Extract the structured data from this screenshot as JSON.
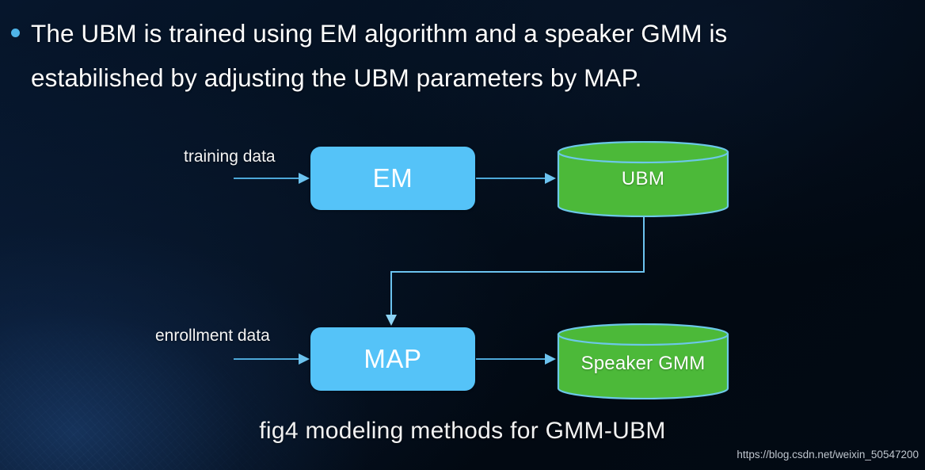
{
  "slide": {
    "background_color": "#040d1d",
    "bullet": {
      "marker": "bullet-dot",
      "line1": "The UBM is trained using EM algorithm and a speaker GMM is",
      "line2": "estabilished by adjusting the UBM parameters by MAP."
    },
    "caption": "fig4 modeling methods for GMM-UBM",
    "watermark": "https://blog.csdn.net/weixin_50547200"
  },
  "diagram": {
    "colors": {
      "process_fill": "#55c3f8",
      "datastore_fill": "#4cb939",
      "datastore_stroke": "#6cc8e8",
      "connector": "#6cc3ef",
      "label_text": "#f4f4f4",
      "node_text": "#ffffff"
    },
    "nodes": [
      {
        "id": "em",
        "label": "EM",
        "shape": "rounded-rect"
      },
      {
        "id": "ubm",
        "label": "UBM",
        "shape": "cylinder"
      },
      {
        "id": "map",
        "label": "MAP",
        "shape": "rounded-rect"
      },
      {
        "id": "gmm",
        "label": "Speaker GMM",
        "shape": "cylinder"
      }
    ],
    "edge_labels": {
      "training": "training data",
      "enrollment": "enrollment data"
    },
    "edges": [
      {
        "from": "training-data-input",
        "to": "em",
        "label": "training data"
      },
      {
        "from": "em",
        "to": "ubm",
        "label": ""
      },
      {
        "from": "ubm",
        "to": "map",
        "label": ""
      },
      {
        "from": "enrollment-data-input",
        "to": "map",
        "label": "enrollment data"
      },
      {
        "from": "map",
        "to": "gmm",
        "label": ""
      }
    ]
  }
}
